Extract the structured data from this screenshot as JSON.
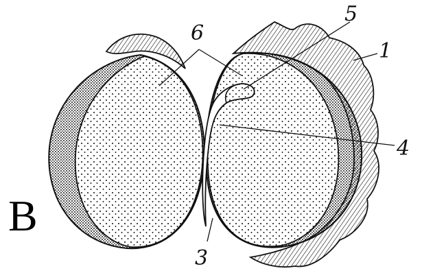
{
  "figure": {
    "panel_letter": "B",
    "labels": [
      {
        "key": "1",
        "text": "1"
      },
      {
        "key": "3",
        "text": "3"
      },
      {
        "key": "4",
        "text": "4"
      },
      {
        "key": "5",
        "text": "5"
      },
      {
        "key": "6",
        "text": "6"
      }
    ],
    "colors": {
      "ink": "#111111",
      "background": "#ffffff"
    }
  }
}
